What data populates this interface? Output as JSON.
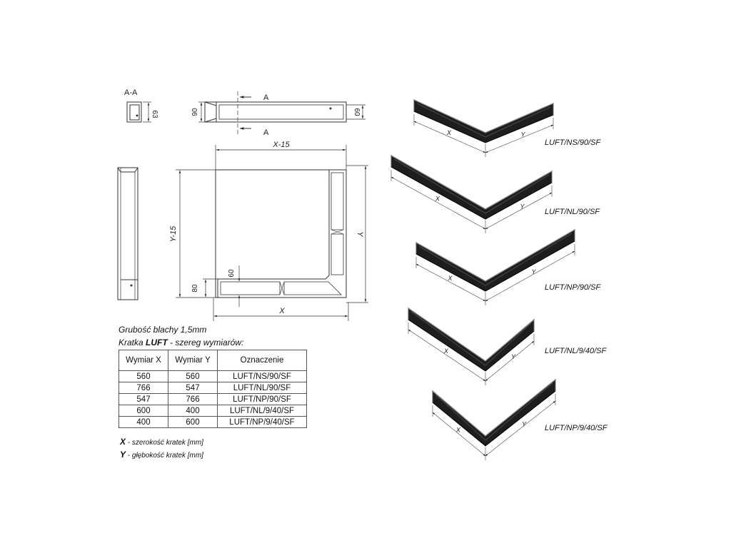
{
  "section": {
    "label": "A-A",
    "dim_63": "63"
  },
  "top_view": {
    "dim_90": "90",
    "dim_60": "60",
    "cut_a_top": "A",
    "cut_a_bottom": "A"
  },
  "plan_view": {
    "dim_x15": "X-15",
    "dim_y15": "Y-15",
    "dim_y": "Y",
    "dim_x": "X",
    "dim_60": "60",
    "dim_80": "80"
  },
  "notes": {
    "thickness": "Grubość blachy 1,5mm",
    "series_prefix": "Kratka ",
    "series_name": "LUFT",
    "series_suffix": " - szereg wymiarów:"
  },
  "table": {
    "headers": [
      "Wymiar X",
      "Wymiar Y",
      "Oznaczenie"
    ],
    "rows": [
      [
        "560",
        "560",
        "LUFT/NS/90/SF"
      ],
      [
        "766",
        "547",
        "LUFT/NL/90/SF"
      ],
      [
        "547",
        "766",
        "LUFT/NP/90/SF"
      ],
      [
        "600",
        "400",
        "LUFT/NL/9/40/SF"
      ],
      [
        "400",
        "600",
        "LUFT/NP/9/40/SF"
      ]
    ]
  },
  "legend": {
    "x_symbol": "X",
    "x_text": " - szerokość kratek [mm]",
    "y_symbol": "Y",
    "y_text": " - głębokość kratek [mm]"
  },
  "products": [
    {
      "label": "LUFT/NS/90/SF",
      "x": "X",
      "y": "Y"
    },
    {
      "label": "LUFT/NL/90/SF",
      "x": "X",
      "y": "Y"
    },
    {
      "label": "LUFT/NP/90/SF",
      "x": "X",
      "y": "Y"
    },
    {
      "label": "LUFT/NL/9/40/SF",
      "x": "X",
      "y": "Y"
    },
    {
      "label": "LUFT/NP/9/40/SF",
      "x": "X",
      "y": "Y"
    }
  ]
}
